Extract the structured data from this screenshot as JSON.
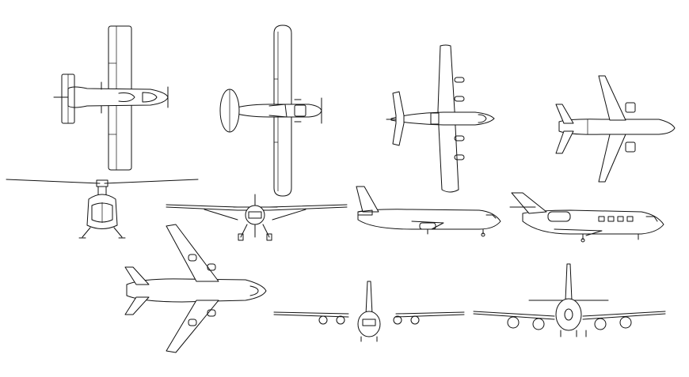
{
  "drawing": {
    "style": "line-art CAD blocks",
    "background": "#ffffff",
    "stroke_color": "#111111",
    "blocks": [
      {
        "id": "light-plane-top",
        "view": "top",
        "type": "light aircraft"
      },
      {
        "id": "high-wing-plane-top",
        "view": "top",
        "type": "high-wing aircraft"
      },
      {
        "id": "cargo-turboprop-top",
        "view": "top",
        "type": "four-engine turboprop"
      },
      {
        "id": "business-jet-top",
        "view": "top",
        "type": "business jet"
      },
      {
        "id": "helicopter-front",
        "view": "front",
        "type": "helicopter"
      },
      {
        "id": "light-plane-front",
        "view": "front",
        "type": "light aircraft"
      },
      {
        "id": "airliner-side",
        "view": "side",
        "type": "twin-engine airliner"
      },
      {
        "id": "business-jet-side",
        "view": "side",
        "type": "business jet"
      },
      {
        "id": "jumbo-jet-top",
        "view": "top",
        "type": "four-engine jumbo jet"
      },
      {
        "id": "cargo-turboprop-front",
        "view": "front",
        "type": "four-engine turboprop"
      },
      {
        "id": "airliner-front",
        "view": "front",
        "type": "four-engine airliner"
      }
    ]
  }
}
